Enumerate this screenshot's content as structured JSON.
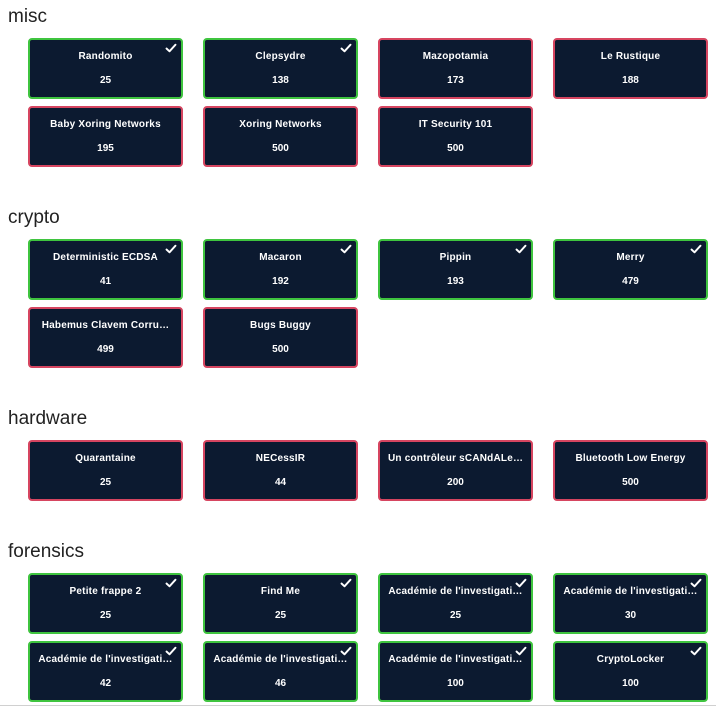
{
  "colors": {
    "card_background": "#0c1a30",
    "solved_border": "#3fc43f",
    "unsolved_border": "#d64560",
    "text": "#ffffff"
  },
  "categories": [
    {
      "name": "misc",
      "challenges": [
        {
          "name": "Randomito",
          "points": "25",
          "solved": true
        },
        {
          "name": "Clepsydre",
          "points": "138",
          "solved": true
        },
        {
          "name": "Mazopotamia",
          "points": "173",
          "solved": false
        },
        {
          "name": "Le Rustique",
          "points": "188",
          "solved": false
        },
        {
          "name": "Baby Xoring Networks",
          "points": "195",
          "solved": false
        },
        {
          "name": "Xoring Networks",
          "points": "500",
          "solved": false
        },
        {
          "name": "IT Security 101",
          "points": "500",
          "solved": false
        }
      ]
    },
    {
      "name": "crypto",
      "challenges": [
        {
          "name": "Deterministic ECDSA",
          "points": "41",
          "solved": true
        },
        {
          "name": "Macaron",
          "points": "192",
          "solved": true
        },
        {
          "name": "Pippin",
          "points": "193",
          "solved": true
        },
        {
          "name": "Merry",
          "points": "479",
          "solved": true
        },
        {
          "name": "Habemus Clavem Corru…",
          "points": "499",
          "solved": false
        },
        {
          "name": "Bugs Buggy",
          "points": "500",
          "solved": false
        }
      ]
    },
    {
      "name": "hardware",
      "challenges": [
        {
          "name": "Quarantaine",
          "points": "25",
          "solved": false
        },
        {
          "name": "NECessIR",
          "points": "44",
          "solved": false
        },
        {
          "name": "Un contrôleur sCANdALe…",
          "points": "200",
          "solved": false
        },
        {
          "name": "Bluetooth Low Energy",
          "points": "500",
          "solved": false
        }
      ]
    },
    {
      "name": "forensics",
      "challenges": [
        {
          "name": "Petite frappe 2",
          "points": "25",
          "solved": true
        },
        {
          "name": "Find Me",
          "points": "25",
          "solved": true
        },
        {
          "name": "Académie de l'investigati…",
          "points": "25",
          "solved": true
        },
        {
          "name": "Académie de l'investigati…",
          "points": "30",
          "solved": true
        },
        {
          "name": "Académie de l'investigati…",
          "points": "42",
          "solved": true
        },
        {
          "name": "Académie de l'investigati…",
          "points": "46",
          "solved": true
        },
        {
          "name": "Académie de l'investigati…",
          "points": "100",
          "solved": true
        },
        {
          "name": "CryptoLocker",
          "points": "100",
          "solved": true
        }
      ]
    }
  ]
}
